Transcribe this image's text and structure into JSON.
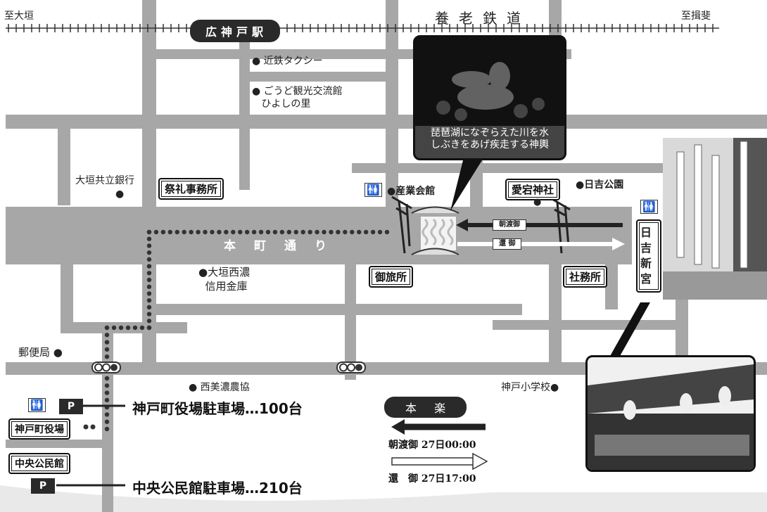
{
  "railway": {
    "name": "養老鉄道",
    "west": "至大垣",
    "east": "至揖斐",
    "station": "広神戸駅"
  },
  "streets": {
    "main": "本町通り"
  },
  "landmarks": {
    "taxi": "近鉄タクシー",
    "godo_line1": "ごうど観光交流館",
    "godo_line2": "ひよしの里",
    "bank": "大垣共立銀行",
    "industry_hall": "産業会館",
    "hiyoshi_park": "日吉公園",
    "seino_line1": "大垣西濃",
    "seino_line2": "信用金庫",
    "post_office": "郵便局",
    "nishimino": "西美濃農協",
    "school": "神戸小学校"
  },
  "boxed": {
    "festival_office": "祭礼事務所",
    "atago": "愛宕神社",
    "otabisho": "御旅所",
    "shamusho": "社務所",
    "town_hall": "神戸町役場",
    "civic_hall": "中央公民館",
    "shrine": "日吉新宮"
  },
  "photos": {
    "top_caption_line1": "琵琶湖になぞらえた川を水",
    "top_caption_line2": "しぶきをあげ疾走する神輿"
  },
  "route": {
    "to_shrine_label": "朝渡御",
    "return_label": "還 御"
  },
  "schedule": {
    "title": "本 楽",
    "morning": "朝渡御 27日00:00",
    "return": "還　御 27日17:00"
  },
  "parking": {
    "marker": "P",
    "town_hall": "神戸町役場駐車場…100台",
    "civic_hall": "中央公民館駐車場…210台"
  },
  "icons": [
    "toilet-icon",
    "parking-icon",
    "traffic-signal-icon",
    "torii-gate-icon",
    "bridge-icon"
  ]
}
